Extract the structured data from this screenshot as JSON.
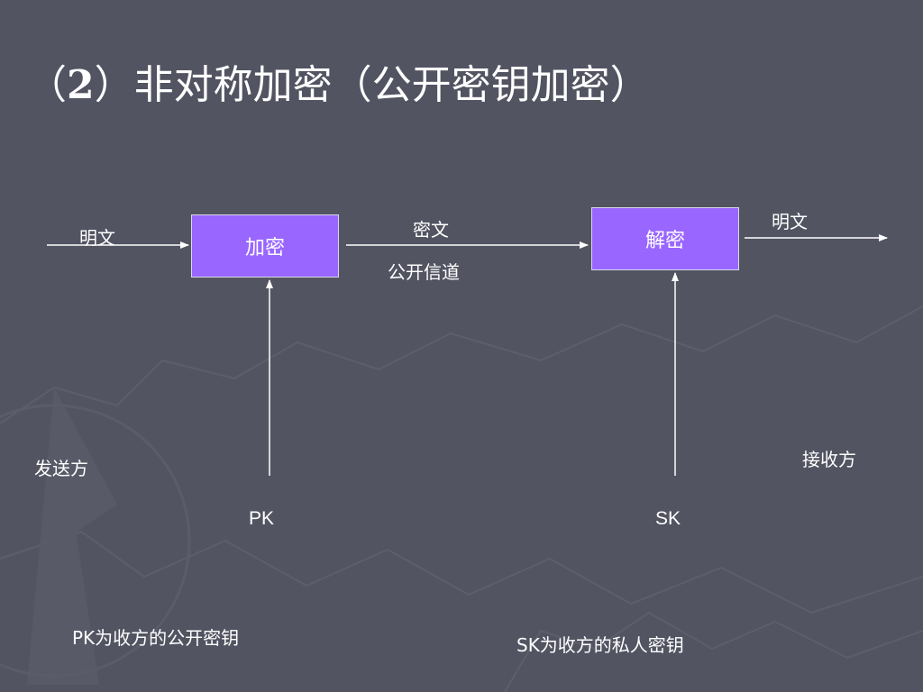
{
  "title": {
    "open_paren": "（",
    "number": "2",
    "text": "）非对称加密（公开密钥加密）"
  },
  "diagram": {
    "encrypt_box": "加密",
    "decrypt_box": "解密",
    "plaintext_in": "明文",
    "ciphertext": "密文",
    "public_channel": "公开信道",
    "plaintext_out": "明文",
    "sender": "发送方",
    "receiver": "接收方",
    "pk": "PK",
    "sk": "SK",
    "pk_note": "PK为收方的公开密钥",
    "sk_note": "SK为收方的私人密钥"
  },
  "colors": {
    "background": "#535462",
    "box_fill": "#9966ff",
    "text": "#ffffff"
  }
}
